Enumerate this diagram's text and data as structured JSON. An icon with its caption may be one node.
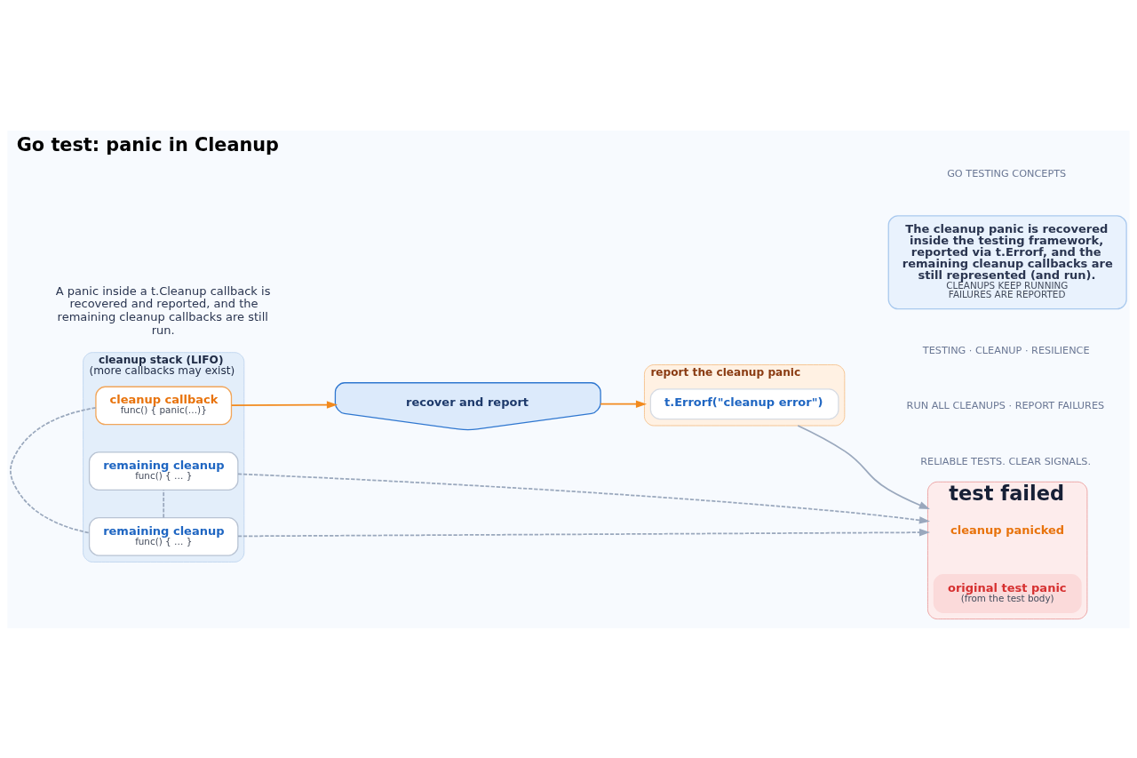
{
  "diagram": {
    "title": "Go test: panic in Cleanup",
    "nodes": [
      {
        "text": [
          "cleanup stack (LIFO)",
          "(more callbacks may exist)"
        ]
      },
      {
        "text": [
          "cleanup callback",
          "func() { panic(…)}"
        ],
        "in": 0
      },
      {
        "text": [
          "remaining cleanup",
          "func() { … }"
        ],
        "in": 0
      },
      {
        "text": [
          "remaining cleanup",
          "func() { … }"
        ],
        "in": 0
      },
      {
        "text": [
          "recover and report"
        ]
      },
      {
        "text": [
          "report the cleanup panic"
        ]
      },
      {
        "text": [
          "t.Errorf(\"cleanup error\")"
        ],
        "in": 5
      },
      {
        "text": [
          "test failed"
        ]
      },
      {
        "text": [
          "cleanup panicked"
        ],
        "in": 7
      },
      {
        "text": [
          "original test panic",
          "(from the test body)"
        ],
        "in": 7
      },
      {
        "text": [
          "The cleanup panic is recovered inside the testing framework, reported via t.Errorf, and the remaining cleanup callbacks are still represented (and run).",
          "CLEANUPS KEEP RUNNING",
          "FAILURES ARE REPORTED"
        ]
      }
    ],
    "edges": [
      {
        "from": 1,
        "to": 2,
        "arrow": "none",
        "style": "dashed",
        "color": "#9aa8bd"
      },
      {
        "from": 2,
        "to": 3,
        "arrow": "none",
        "style": "dashed",
        "color": "#9aa8bd"
      },
      {
        "from": 1,
        "to": 4,
        "arrow": "to",
        "color": "#f28a1e"
      },
      {
        "from": 4,
        "to": 5,
        "arrow": "to",
        "color": "#f28a1e"
      },
      {
        "from": 5,
        "to": 7,
        "arrow": "to",
        "color": "#9aa8bd"
      },
      {
        "from": 2,
        "to": 7,
        "arrow": "to",
        "style": "dashed",
        "color": "#9aa8bd"
      },
      {
        "from": 3,
        "to": 7,
        "arrow": "to",
        "style": "dashed",
        "color": "#9aa8bd"
      }
    ],
    "labels": [
      "A panic inside a t.Cleanup callback is recovered and reported, and the remaining cleanup callbacks are still run.",
      "TESTING · CLEANUP · RESILIENCE",
      "RUN ALL CLEANUPS · REPORT FAILURES",
      "RELIABLE TESTS. CLEAR SIGNALS.",
      "GO TESTING CONCEPTS"
    ]
  }
}
